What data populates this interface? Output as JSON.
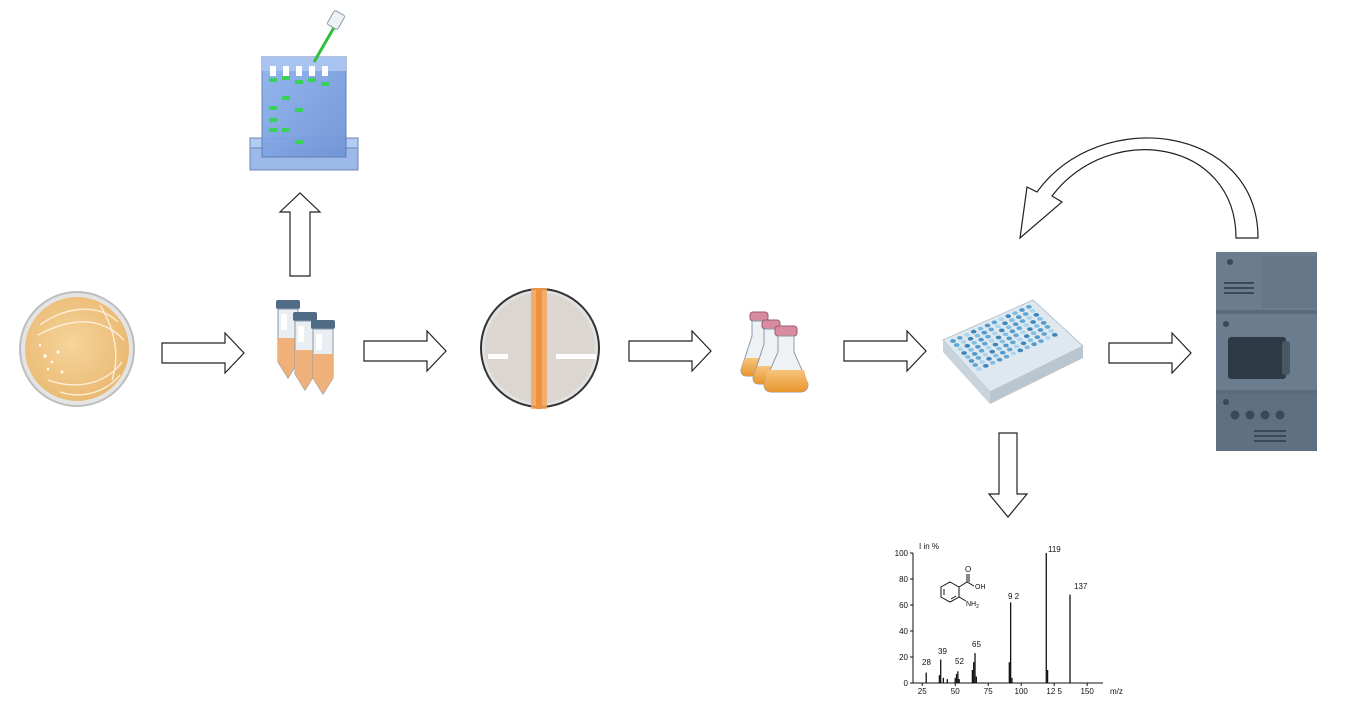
{
  "workflow": {
    "steps": [
      {
        "icon": "petri-dish-culture-icon"
      },
      {
        "icon": "centrifuge-tubes-icon"
      },
      {
        "icon": "agar-plug-plate-icon"
      },
      {
        "icon": "culture-flasks-icon"
      },
      {
        "icon": "microplate-icon"
      },
      {
        "icon": "hplc-instrument-icon"
      }
    ],
    "branches": [
      {
        "icon": "electrophoresis-gel-icon"
      },
      {
        "icon": "mass-spectrum-icon"
      }
    ],
    "colors": {
      "agar": "#f2c98a",
      "tube_liquid": "#f0b07a",
      "plate_well": "#5fa8d3",
      "instrument": "#5a6b7d",
      "gel": "#7fa4e0",
      "gel_band": "#39d15a"
    }
  },
  "spectrum": {
    "y_title": "I in %",
    "x_title": "m/z",
    "y_ticks": [
      "100",
      "80",
      "60",
      "40",
      "20",
      "0"
    ],
    "x_ticks": [
      "25",
      "50",
      "75",
      "100",
      "12 5",
      "150"
    ],
    "peak_labels": [
      "28",
      "39",
      "52",
      "65",
      "9 2",
      "119",
      "137"
    ],
    "structure": {
      "carbonyl": "O",
      "hydroxyl": "OH",
      "amine": "NH",
      "amine_sub": "2"
    },
    "peaks": [
      {
        "mz": 28,
        "i": 8
      },
      {
        "mz": 38,
        "i": 6
      },
      {
        "mz": 39,
        "i": 18
      },
      {
        "mz": 41,
        "i": 4
      },
      {
        "mz": 44,
        "i": 3
      },
      {
        "mz": 50,
        "i": 4
      },
      {
        "mz": 51,
        "i": 7
      },
      {
        "mz": 52,
        "i": 9
      },
      {
        "mz": 53,
        "i": 3
      },
      {
        "mz": 63,
        "i": 10
      },
      {
        "mz": 64,
        "i": 16
      },
      {
        "mz": 65,
        "i": 23
      },
      {
        "mz": 66,
        "i": 5
      },
      {
        "mz": 91,
        "i": 16
      },
      {
        "mz": 92,
        "i": 62
      },
      {
        "mz": 93,
        "i": 4
      },
      {
        "mz": 119,
        "i": 100
      },
      {
        "mz": 120,
        "i": 10
      },
      {
        "mz": 137,
        "i": 68
      }
    ]
  }
}
